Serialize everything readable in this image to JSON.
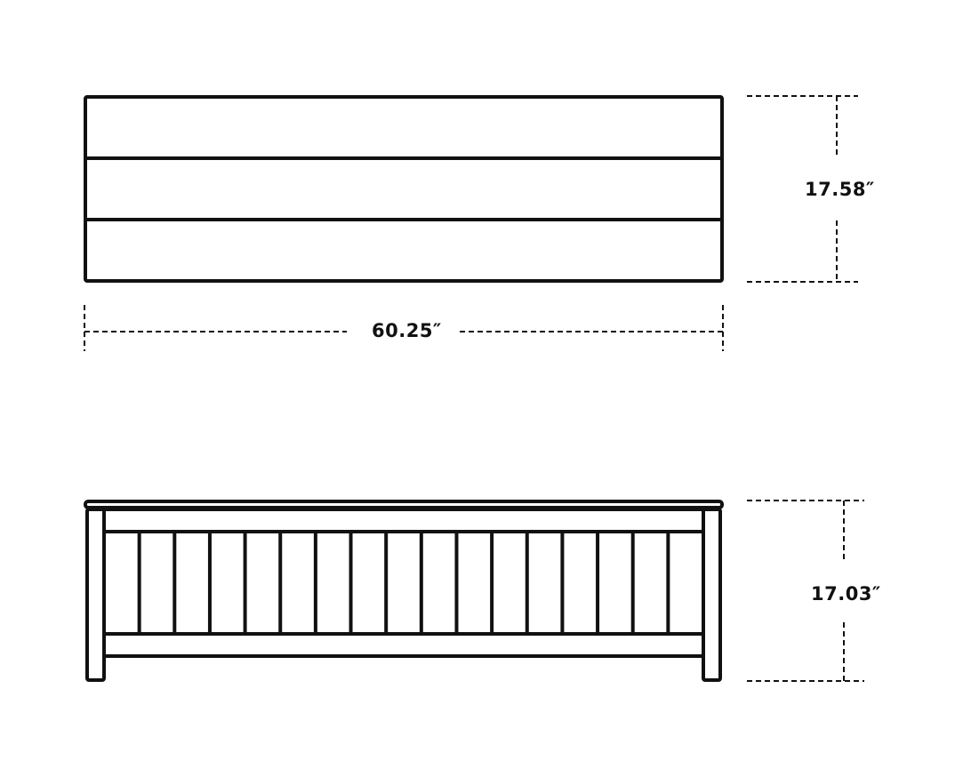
{
  "diagram": {
    "type": "dimension-drawing",
    "subject": "bench",
    "colors": {
      "line": "#111111",
      "background": "#ffffff"
    },
    "top_view": {
      "board_count": 3,
      "dimensions": {
        "width_label": "60.25″",
        "depth_label": "17.58″"
      }
    },
    "front_view": {
      "slat_divider_count": 16,
      "dimensions": {
        "height_label": "17.03″"
      }
    }
  }
}
